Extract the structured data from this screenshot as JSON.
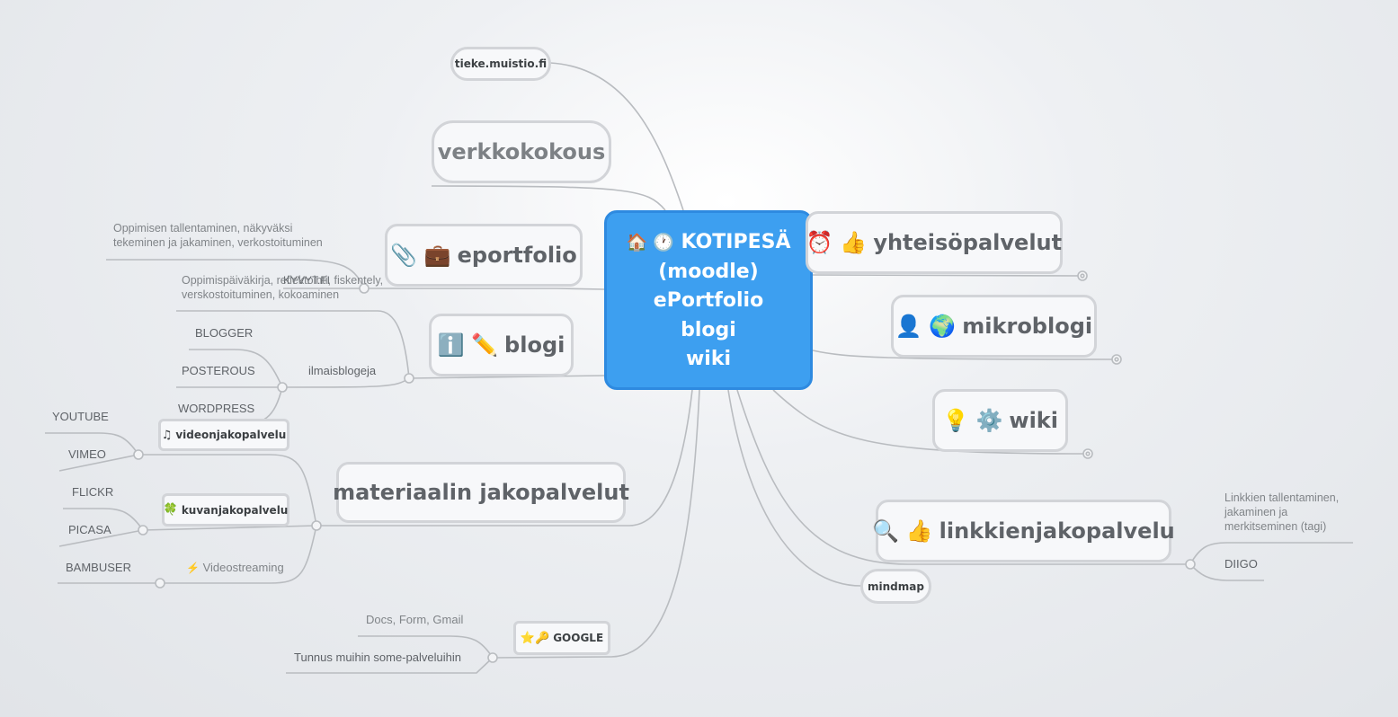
{
  "center": {
    "icons": "🏠 🕐",
    "lines": [
      "KOTIPESÄ",
      "(moodle)",
      "ePortfolio",
      "blogi",
      "wiki"
    ]
  },
  "nodes": {
    "tieke": "tieke.muistio.fi",
    "verkkokokous": "verkkokokous",
    "eportfolio": {
      "icons": "📎 💼",
      "label": "eportfolio"
    },
    "blogi": {
      "icons": "ℹ️ ✏️",
      "label": "blogi"
    },
    "materiaali": "materiaalin jakopalvelut",
    "videonjako": {
      "icon": "♫",
      "label": "videonjakopalvelu"
    },
    "kuvanjako": {
      "icon": "🍀",
      "label": "kuvanjakopalvelu"
    },
    "google": {
      "icons": "⭐🔑",
      "label": "GOOGLE"
    },
    "yhteiso": {
      "icons": "⏰ 👍",
      "label": "yhteisöpalvelut"
    },
    "mikroblogi": {
      "icons": "👤 🌍",
      "label": "mikroblogi"
    },
    "wiki": {
      "icons": "💡 ⚙️",
      "label": "wiki"
    },
    "linkit": {
      "icons": "🔍 👍",
      "label": "linkkienjakopalvelu"
    },
    "mindmap": "mindmap"
  },
  "labels": {
    "oppimisen": "Oppimisen tallentaminen, näkyväksi tekeminen ja jakaminen, verkostoituminen",
    "kyvyt": "KYVYT.FI",
    "oppimispaivakirja": "Oppimispäiväkirja, reflektointi, fiskentely, verskostoituminen, kokoaminen",
    "blogger": "BLOGGER",
    "posterous": "POSTEROUS",
    "wordpress": "WORDPRESS",
    "ilmaisblogeja": "ilmaisblogeja",
    "youtube": "YOUTUBE",
    "vimeo": "VIMEO",
    "flickr": "FLICKR",
    "picasa": "PICASA",
    "bambuser": "BAMBUSER",
    "videostreaming_icon": "⚡",
    "videostreaming": "Videostreaming",
    "docs": "Docs, Form, Gmail",
    "tunnus": "Tunnus muihin some-palveluihin",
    "linkkien": "Linkkien tallentaminen, jakaminen ja merkitseminen (tagi)",
    "diigo": "DIIGO"
  }
}
